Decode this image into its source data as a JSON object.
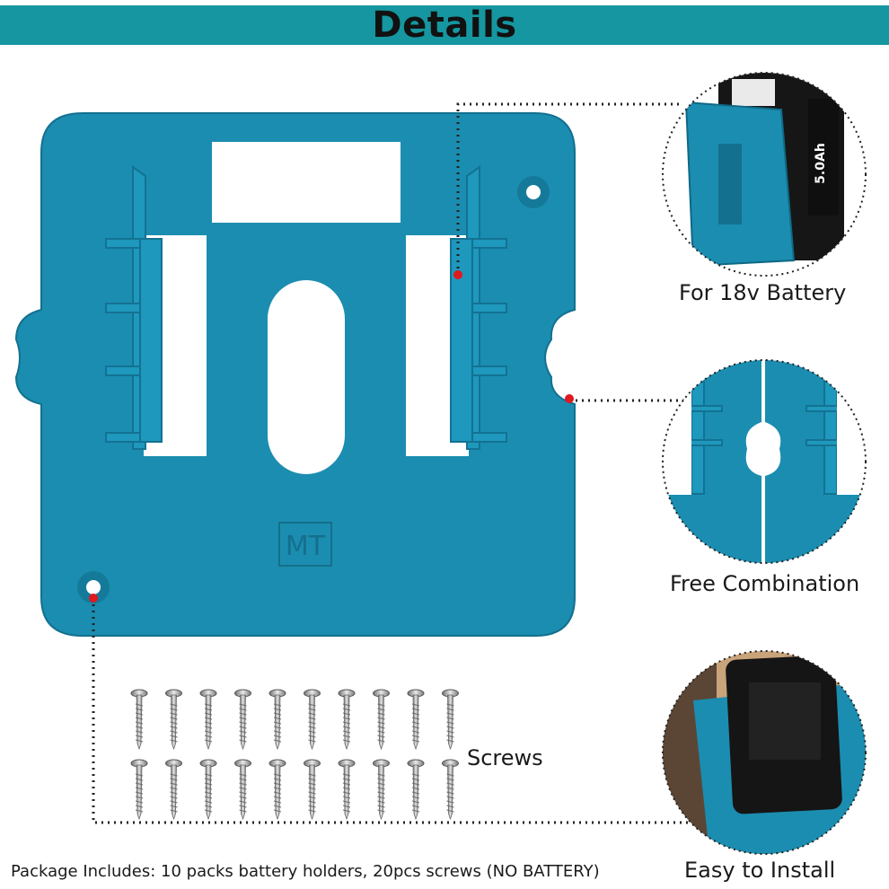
{
  "header": {
    "title": "Details"
  },
  "product": {
    "logo_text": "MT"
  },
  "callouts": {
    "battery": "For 18v Battery",
    "combination": "Free Combination",
    "install": "Easy to Install",
    "screws": "Screws"
  },
  "battery_badge": {
    "capacity": "5.0Ah"
  },
  "footer": {
    "package_text": "Package Includes: 10 packs battery holders, 20pcs screws (NO BATTERY)"
  },
  "colors": {
    "banner": "#1596a0",
    "plastic": "#1b8db0",
    "marker": "#e0181f"
  }
}
